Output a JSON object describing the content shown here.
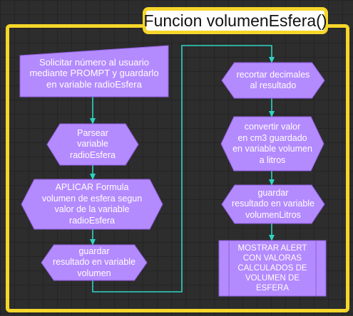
{
  "title": "Funcion volumenEsfera()",
  "colors": {
    "frame": "#f5d62a",
    "node": "#b48aff",
    "node_border": "#8f5fe0",
    "connector": "#2fd3c3",
    "text": "#ffffff",
    "background": "#2d2d2d"
  },
  "nodes": [
    {
      "id": "n1",
      "shape": "manual-input",
      "text": "Solicitar número al usuario\nmediante PROMPT y guardarlo\nen variable radioEsfera"
    },
    {
      "id": "n2",
      "shape": "preparation",
      "text": "Parsear\nvariable\nradioEsfera"
    },
    {
      "id": "n3",
      "shape": "preparation",
      "text": "APLICAR Formula\nvolumen de esfera segun\nvalor de la variable\nradioEsfera"
    },
    {
      "id": "n4",
      "shape": "preparation",
      "text": "guardar\nresultado en variable\nvolumen"
    },
    {
      "id": "n5",
      "shape": "preparation",
      "text": "recortar decimales\nal resultado"
    },
    {
      "id": "n6",
      "shape": "preparation",
      "text": "convertir valor\nen cm3 guardado\nen variable volumen\na litros"
    },
    {
      "id": "n7",
      "shape": "preparation",
      "text": "guardar\nresultado en variable\nvolumenLitros"
    },
    {
      "id": "n8",
      "shape": "predefined-process",
      "text": "MOSTRAR ALERT\nCON VALORAS\nCALCULADOS DE\nVOLUMEN DE\nESFERA"
    }
  ],
  "edges": [
    {
      "from": "n1",
      "to": "n2"
    },
    {
      "from": "n2",
      "to": "n3"
    },
    {
      "from": "n3",
      "to": "n4"
    },
    {
      "from": "n4",
      "to": "n5"
    },
    {
      "from": "n5",
      "to": "n6"
    },
    {
      "from": "n6",
      "to": "n7"
    },
    {
      "from": "n7",
      "to": "n8"
    }
  ]
}
